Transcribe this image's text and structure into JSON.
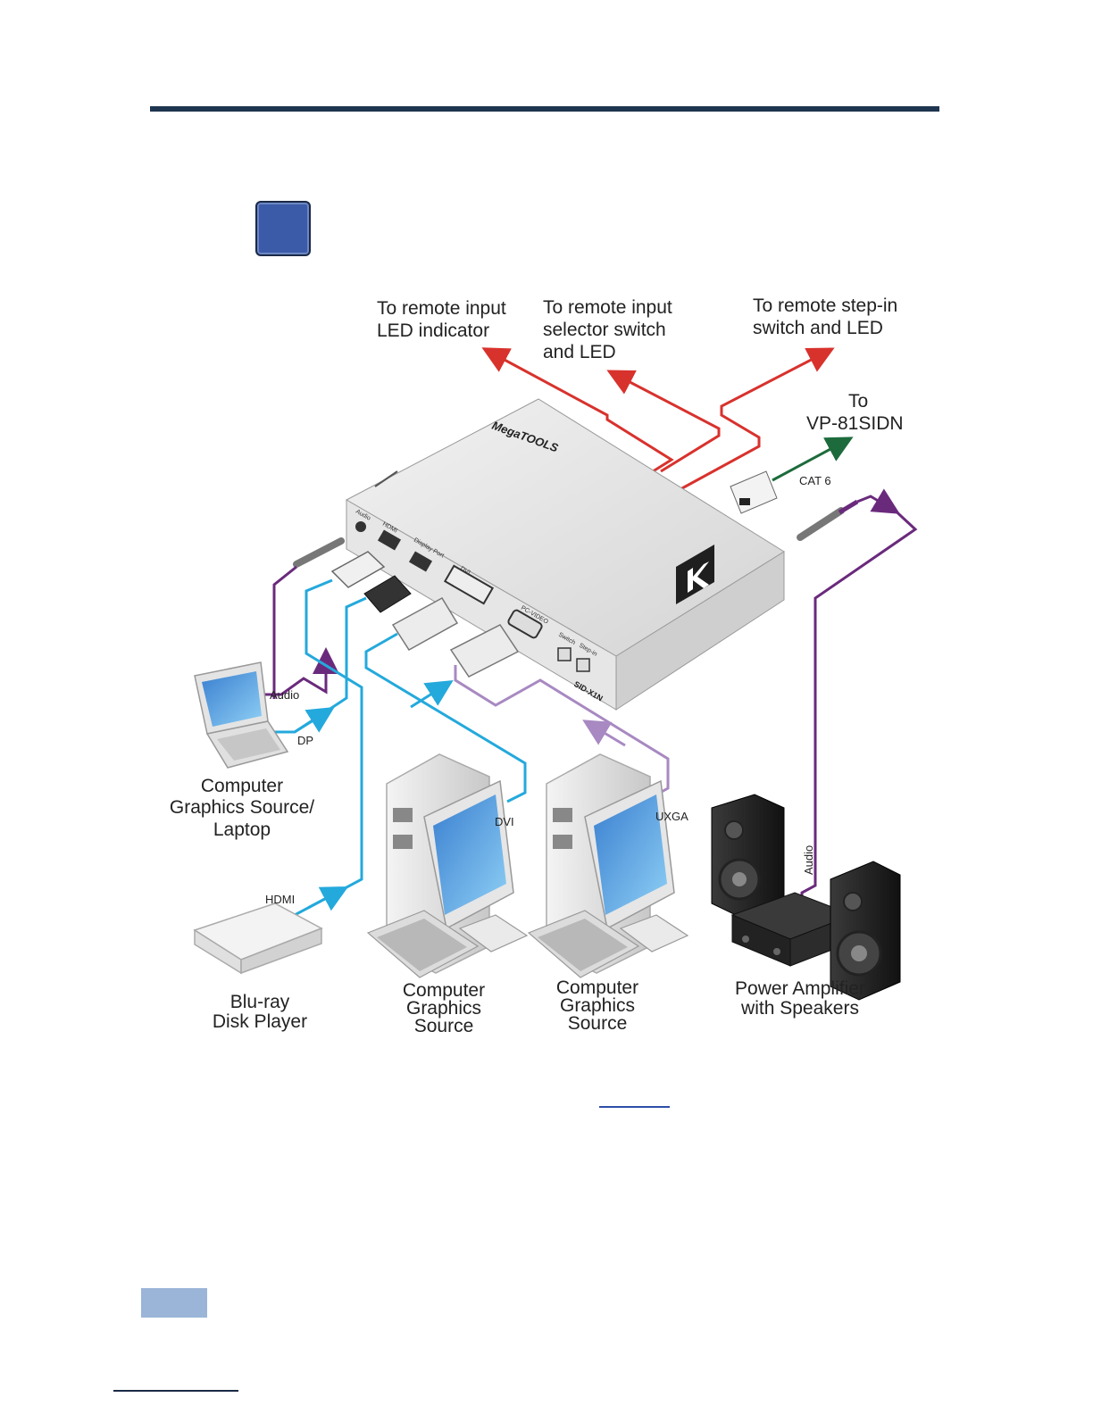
{
  "diagram": {
    "outputs": {
      "remote_input_led": [
        "To remote input",
        "LED indicator"
      ],
      "remote_selector": [
        "To remote input",
        "selector switch",
        "and LED"
      ],
      "remote_step_in": [
        "To remote step-in",
        "switch and LED"
      ],
      "vp81": [
        "To",
        "VP-81SIDN"
      ]
    },
    "device": {
      "brand": "MegaTOOLS",
      "model": "SID-X1N",
      "ports": {
        "audio": "Audio",
        "hdmi": "HDMI",
        "dp": "Display Port",
        "dvi": "DVI",
        "vga": "PC-VIDEO",
        "btn1": "Switch",
        "btn2": "Step-in"
      }
    },
    "cable_labels": {
      "cat6": "CAT 6",
      "audio_in": "Audio",
      "dp": "DP",
      "hdmi": "HDMI",
      "dvi": "DVI",
      "uxga": "UXGA",
      "audio_out": "Audio"
    },
    "sources": {
      "laptop": [
        "Computer",
        "Graphics Source/",
        "Laptop"
      ],
      "bluray": [
        "Blu-ray",
        "Disk Player"
      ],
      "pc_dvi": [
        "Computer",
        "Graphics",
        "Source"
      ],
      "pc_uxga": [
        "Computer",
        "Graphics",
        "Source"
      ],
      "amp": [
        "Power Amplifier",
        "with Speakers"
      ]
    },
    "colors": {
      "red": "#d8322d",
      "green": "#1d6b3c",
      "blue": "#24a9dc",
      "purple": "#6a2a7c",
      "lilac": "#a889c2"
    }
  }
}
